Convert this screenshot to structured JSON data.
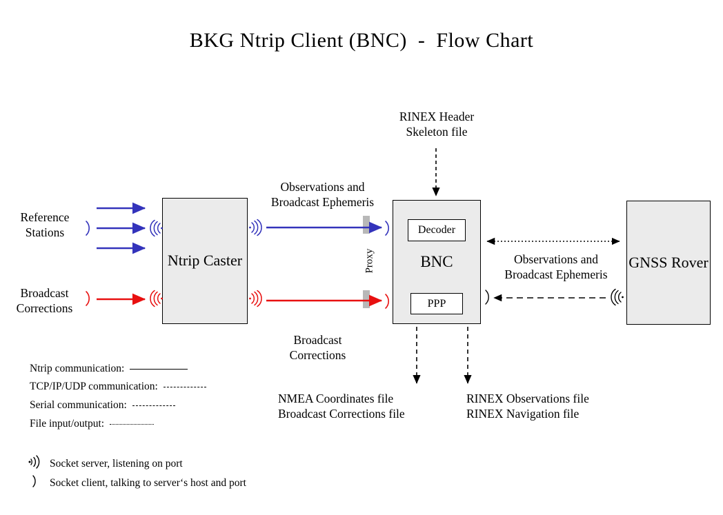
{
  "title": "BKG Ntrip Client (BNC)  -  Flow Chart",
  "nodes": {
    "ntrip_caster": "Ntrip\nCaster",
    "bnc": "BNC",
    "bnc_decoder": "Decoder",
    "bnc_ppp": "PPP",
    "gnss_rover": "GNSS\nRover"
  },
  "labels": {
    "reference_stations": "Reference\nStations",
    "broadcast_corrections_in": "Broadcast\nCorrections",
    "observations_and_ephemeris_left": "Observations and\nBroadcast Ephemeris",
    "broadcast_corrections_mid": "Broadcast\nCorrections",
    "proxy": "Proxy",
    "rinex_header_skeleton": "RINEX Header\nSkeleton file",
    "observations_and_ephemeris_right": "Observations and\nBroadcast Ephemeris",
    "nmea_output": "NMEA Coordinates file\nBroadcast Corrections file",
    "rinex_output": "RINEX Observations file\nRINEX Navigation file"
  },
  "legend": {
    "lines": [
      {
        "label": "Ntrip communication:",
        "style": "solid"
      },
      {
        "label": "TCP/IP/UDP communication:",
        "style": "dash"
      },
      {
        "label": "Serial communication:",
        "style": "dashed-med"
      },
      {
        "label": "File input/output:",
        "style": "dot"
      }
    ],
    "sockets": [
      {
        "glyph": "socket-server-icon",
        "label": "Socket server, listening on port"
      },
      {
        "glyph": "socket-client-icon",
        "label": "Socket client, talking to server‘s host and port"
      }
    ]
  },
  "colors": {
    "ntrip_blue": "#3333bb",
    "broadcast_red": "#e81010",
    "box_fill": "#ebebeb",
    "box_border": "#000000",
    "proxy_bar": "#b8b8b8",
    "background": "#ffffff"
  }
}
